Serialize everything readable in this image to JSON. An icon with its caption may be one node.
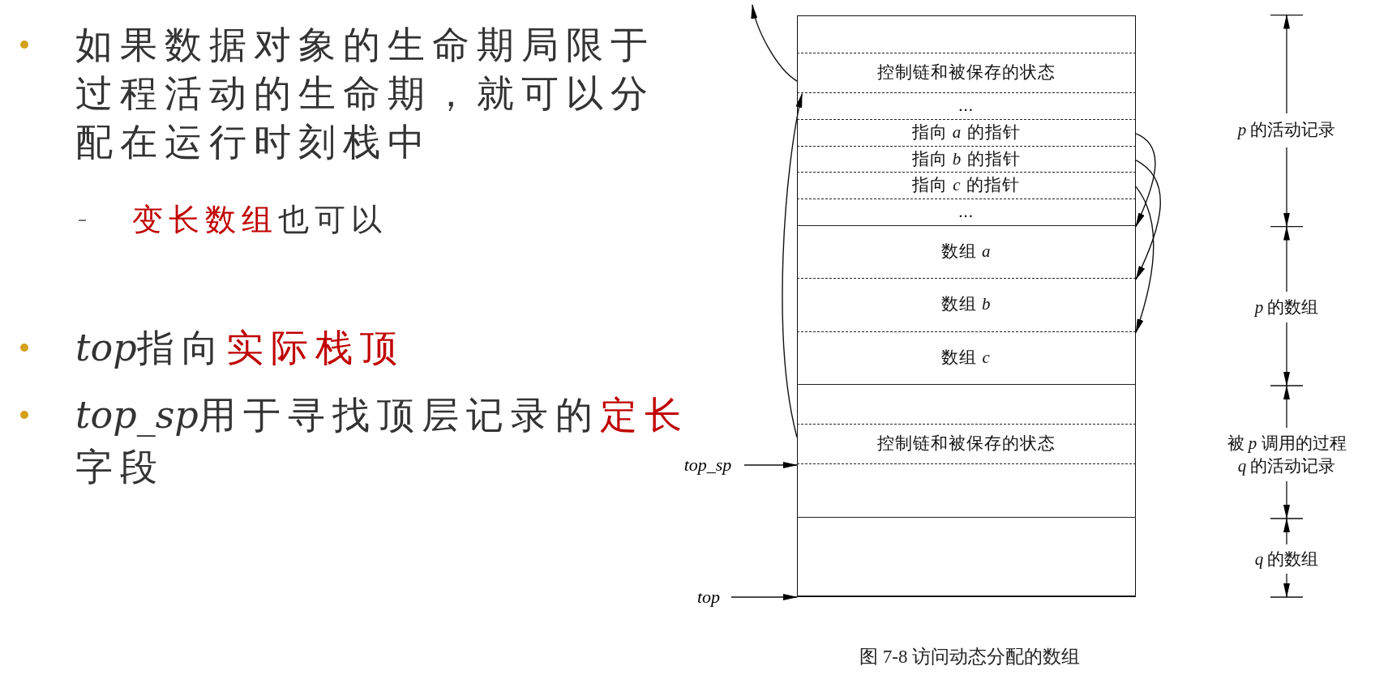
{
  "diagram": {
    "caption": "图 7-8 访问动态分配的数组",
    "nodes": [
      {
        "text": [],
        "shape": "box"
      },
      {
        "text": [],
        "shape": "box",
        "in": 0
      },
      {
        "text": [
          "控制链和被保存的状态"
        ],
        "in": 0
      },
      {
        "text": [
          "..."
        ],
        "in": 0
      },
      {
        "text": [
          "指向 *a* 的指针"
        ],
        "in": 0
      },
      {
        "text": [
          "指向 *b* 的指针"
        ],
        "in": 0
      },
      {
        "text": [
          "指向 *c* 的指针"
        ],
        "in": 0
      },
      {
        "text": [
          "..."
        ],
        "in": 0
      },
      {
        "text": [
          "数组 *a*"
        ],
        "in": 0
      },
      {
        "text": [
          "数组 *b*"
        ],
        "in": 0
      },
      {
        "text": [
          "数组 *c*"
        ],
        "in": 0
      },
      {
        "text": [],
        "shape": "box",
        "in": 0
      },
      {
        "text": [
          "控制链和被保存的状态"
        ],
        "in": 0
      },
      {
        "text": [],
        "shape": "box",
        "in": 0
      },
      {
        "text": [],
        "shape": "box",
        "in": 0
      },
      {
        "text": [
          "top_sp"
        ]
      },
      {
        "text": [
          "top"
        ]
      }
    ],
    "edges": [
      {
        "from": 12,
        "to": 2,
        "arrow": "to"
      },
      {
        "from": 2,
        "to": null,
        "arrow": "to"
      },
      {
        "from": 4,
        "to": 8,
        "arrow": "to"
      },
      {
        "from": 5,
        "to": 9,
        "arrow": "to"
      },
      {
        "from": 6,
        "to": 10,
        "arrow": "to"
      },
      {
        "from": 15,
        "to": 0,
        "arrow": "to"
      },
      {
        "from": 16,
        "to": 0,
        "arrow": "to"
      }
    ],
    "labels": [
      "如果数据对象的生命期局限于过程活动的生命期，就可以分配在运行时刻栈中",
      "变长数组",
      "也可以",
      "top",
      "指向",
      "实际栈顶",
      "top_sp",
      "用于寻找顶层记录的",
      "定长",
      "字段",
      "*p* 的活动记录",
      "*p* 的数组",
      "被 *p* 调用的过程 *q* 的活动记录",
      "*q* 的数组"
    ]
  }
}
